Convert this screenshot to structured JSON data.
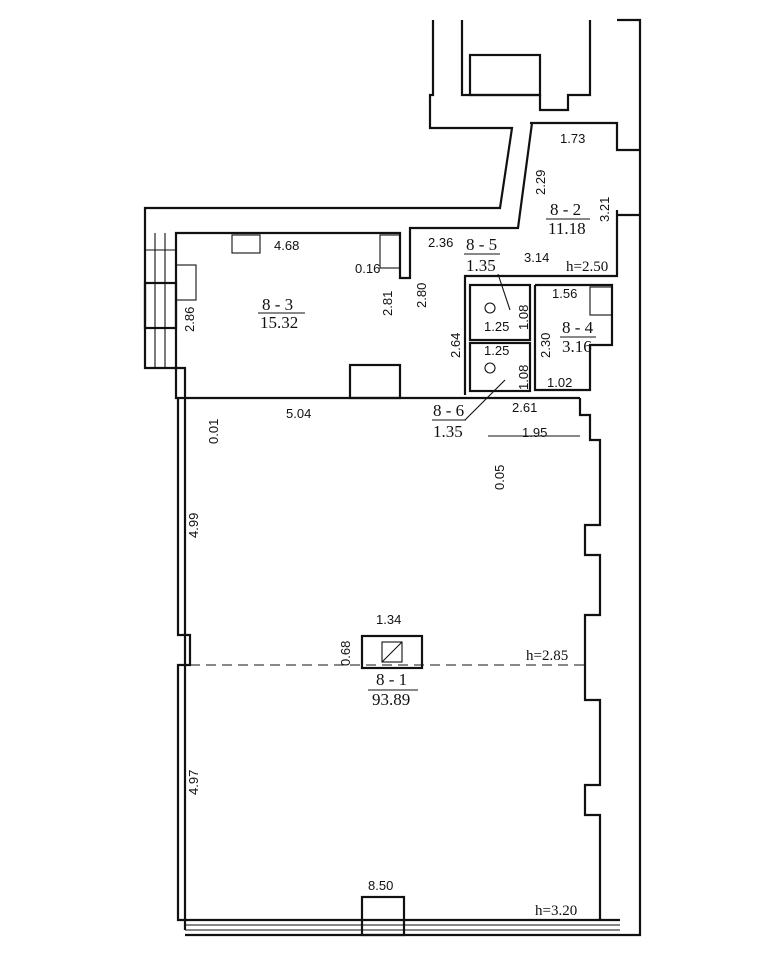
{
  "rooms": [
    {
      "id": "8 - 1",
      "area": "93.89"
    },
    {
      "id": "8 - 2",
      "area": "11.18"
    },
    {
      "id": "8 - 3",
      "area": "15.32"
    },
    {
      "id": "8 - 4",
      "area": "3.16"
    },
    {
      "id": "8 - 5",
      "area": "1.35"
    },
    {
      "id": "8 - 6",
      "area": "1.35"
    }
  ],
  "heights": [
    "h=2.50",
    "h=2.85",
    "h=3.20"
  ],
  "dimensions": {
    "d173": "1.73",
    "d229": "2.29",
    "d321": "3.21",
    "d236": "2.36",
    "d314": "3.14",
    "d468": "4.68",
    "d016": "0.16",
    "d281": "2.81",
    "d280": "2.80",
    "d286": "2.86",
    "d264": "2.64",
    "d108a": "1.08",
    "d125a": "1.25",
    "d156": "1.56",
    "d230": "2.30",
    "d125b": "1.25",
    "d108b": "1.08",
    "d102": "1.02",
    "d504": "5.04",
    "d001": "0.01",
    "d261": "2.61",
    "d195": "1.95",
    "d005": "0.05",
    "d499": "4.99",
    "d134": "1.34",
    "d068": "0.68",
    "d497": "4.97",
    "d850": "8.50"
  }
}
